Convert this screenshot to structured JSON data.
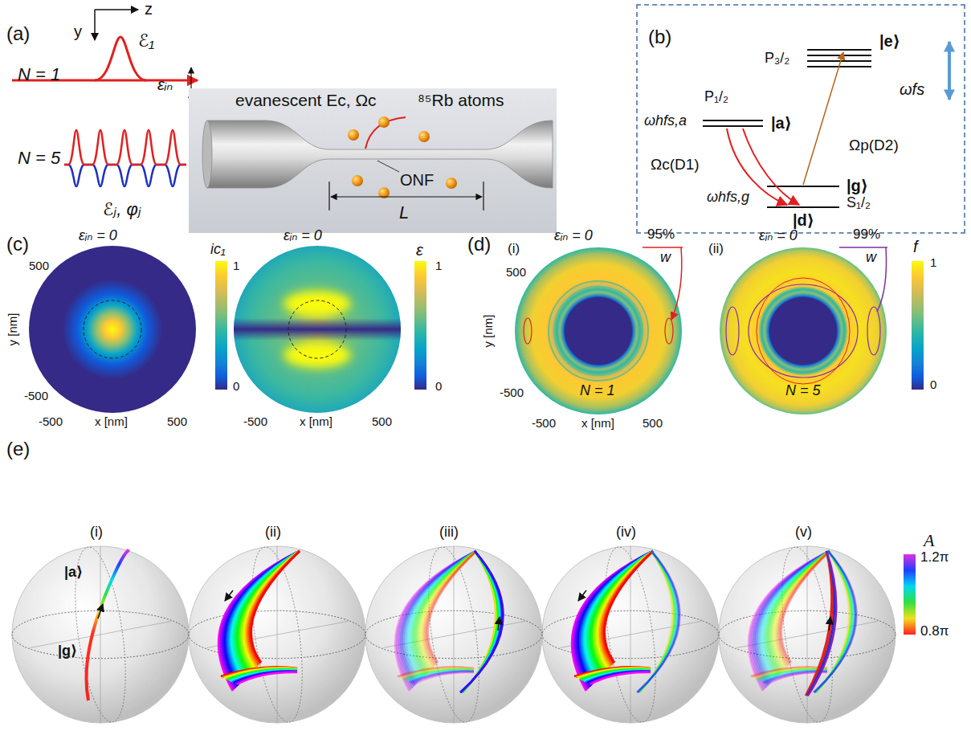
{
  "diagram": {
    "nodes": [
      {
        "text": [
          "evanescent Ec, Ωc",
          "⁸⁵Rb atoms",
          "ONF",
          "L"
        ]
      },
      {
        "text": [
          "(b)",
          "P₃/₂",
          "|e⟩",
          "ωfs",
          "P₁/₂",
          "ωhfs,a",
          "|a⟩",
          "Ωp(D2)",
          "Ωc(D1)",
          "ωhfs,g",
          "|g⟩",
          "S₁/₂",
          "|d⟩"
        ]
      }
    ],
    "labels": [
      "(a)",
      "z",
      "y",
      "ℰ₁",
      "N = 1",
      "εᵢₙ",
      "N = 5",
      "ℰⱼ, φⱼ",
      "(c)",
      "εᵢₙ = 0",
      "ic₁",
      "1",
      "0",
      "500",
      "-500",
      "y [nm]",
      "-500",
      "x [nm]",
      "500",
      "εᵢₙ = 0",
      "ε",
      "1",
      "0",
      "-500",
      "x [nm]",
      "500",
      "(d)",
      "(i)",
      "εᵢₙ = 0",
      "95%",
      "w",
      "N = 1",
      "500",
      "-500",
      "y [nm]",
      "-500",
      "x [nm]",
      "500",
      "(ii)",
      "εᵢₙ = 0",
      "99%",
      "w",
      "N = 5",
      "f",
      "1",
      "0",
      "(e)",
      "(i)",
      "|a⟩",
      "|g⟩",
      "(ii)",
      "(iii)",
      "(iv)",
      "(v)",
      "A",
      "1.2π",
      "0.8π"
    ]
  }
}
